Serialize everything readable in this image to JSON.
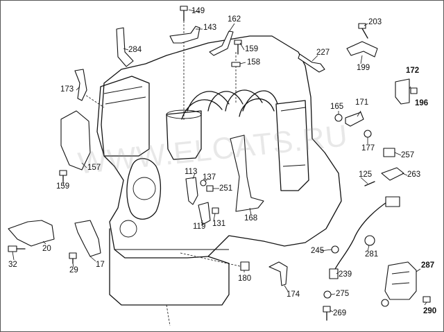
{
  "diagram": {
    "callouts": [
      {
        "id": "c149",
        "text": "149",
        "bold": false
      },
      {
        "id": "c162",
        "text": "162",
        "bold": false
      },
      {
        "id": "c143",
        "text": "143",
        "bold": false
      },
      {
        "id": "c203",
        "text": "203",
        "bold": false
      },
      {
        "id": "c284",
        "text": "284",
        "bold": false
      },
      {
        "id": "c159a",
        "text": "159",
        "bold": false
      },
      {
        "id": "c227",
        "text": "227",
        "bold": false
      },
      {
        "id": "c158",
        "text": "158",
        "bold": false
      },
      {
        "id": "c199",
        "text": "199",
        "bold": false
      },
      {
        "id": "c172",
        "text": "172",
        "bold": true
      },
      {
        "id": "c173",
        "text": "173",
        "bold": true
      },
      {
        "id": "c196",
        "text": "196",
        "bold": false
      },
      {
        "id": "c165",
        "text": "165",
        "bold": false
      },
      {
        "id": "c171",
        "text": "171",
        "bold": false
      },
      {
        "id": "c177",
        "text": "177",
        "bold": false
      },
      {
        "id": "c257",
        "text": "257",
        "bold": false
      },
      {
        "id": "c157",
        "text": "157",
        "bold": false
      },
      {
        "id": "c113",
        "text": "113",
        "bold": false
      },
      {
        "id": "c137",
        "text": "137",
        "bold": false
      },
      {
        "id": "c125",
        "text": "125",
        "bold": false
      },
      {
        "id": "c263",
        "text": "263",
        "bold": false
      },
      {
        "id": "c251",
        "text": "251",
        "bold": false
      },
      {
        "id": "c159b",
        "text": "159",
        "bold": false
      },
      {
        "id": "c168",
        "text": "168",
        "bold": false
      },
      {
        "id": "c119",
        "text": "119",
        "bold": false
      },
      {
        "id": "c131",
        "text": "131",
        "bold": false
      },
      {
        "id": "c20",
        "text": "20",
        "bold": false
      },
      {
        "id": "c32",
        "text": "32",
        "bold": false
      },
      {
        "id": "c29",
        "text": "29",
        "bold": false
      },
      {
        "id": "c17",
        "text": "17",
        "bold": false
      },
      {
        "id": "c245",
        "text": "245",
        "bold": false
      },
      {
        "id": "c281",
        "text": "281",
        "bold": false
      },
      {
        "id": "c239",
        "text": "239",
        "bold": false
      },
      {
        "id": "c180",
        "text": "180",
        "bold": false
      },
      {
        "id": "c174",
        "text": "174",
        "bold": false
      },
      {
        "id": "c275",
        "text": "275",
        "bold": false
      },
      {
        "id": "c287",
        "text": "287",
        "bold": true
      },
      {
        "id": "c269",
        "text": "269",
        "bold": false
      },
      {
        "id": "c290",
        "text": "290",
        "bold": true
      }
    ],
    "watermark": "WWW.ELCATS.RU"
  }
}
